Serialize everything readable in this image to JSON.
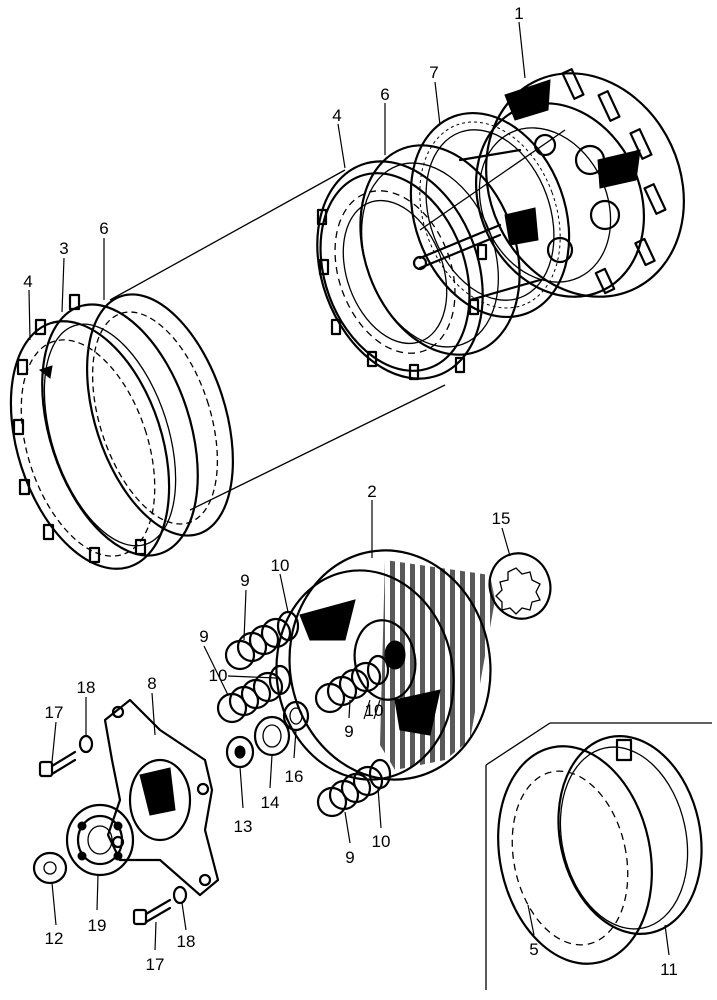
{
  "colors": {
    "ink": "#000000",
    "paper": "#ffffff"
  },
  "parts": {
    "p1": "1",
    "p7": "7",
    "p6_top": "6",
    "p4_top": "4",
    "p6_left": "6",
    "p3": "3",
    "p4_left": "4",
    "p2": "2",
    "p15": "15",
    "p10_a": "10",
    "p9_a": "9",
    "p9_b": "9",
    "p10_b": "10",
    "p10_c": "10",
    "p9_c": "9",
    "p16": "16",
    "p14": "14",
    "p13": "13",
    "p9_d": "9",
    "p10_d": "10",
    "p18_top": "18",
    "p17_top": "17",
    "p8": "8",
    "p12": "12",
    "p19": "19",
    "p17_bottom": "17",
    "p18_bottom": "18",
    "p5": "5",
    "p11": "11"
  }
}
